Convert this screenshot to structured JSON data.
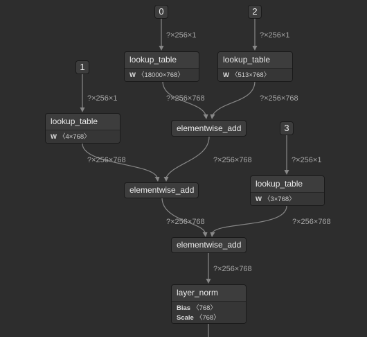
{
  "inputs": {
    "in0": "0",
    "in1": "1",
    "in2": "2",
    "in3": "3"
  },
  "ops": {
    "lookup_a": {
      "title": "lookup_table",
      "attrs": [
        {
          "name": "W",
          "value": "〈18000×768〉"
        }
      ]
    },
    "lookup_b": {
      "title": "lookup_table",
      "attrs": [
        {
          "name": "W",
          "value": "〈513×768〉"
        }
      ]
    },
    "lookup_c": {
      "title": "lookup_table",
      "attrs": [
        {
          "name": "W",
          "value": "〈4×768〉"
        }
      ]
    },
    "lookup_d": {
      "title": "lookup_table",
      "attrs": [
        {
          "name": "W",
          "value": "〈3×768〉"
        }
      ]
    },
    "add_a": {
      "title": "elementwise_add"
    },
    "add_b": {
      "title": "elementwise_add"
    },
    "add_c": {
      "title": "elementwise_add"
    },
    "layer_norm": {
      "title": "layer_norm",
      "attrs": [
        {
          "name": "Bias",
          "value": "〈768〉"
        },
        {
          "name": "Scale",
          "value": "〈768〉"
        }
      ]
    }
  },
  "edge_labels": {
    "in0_lookup_a": "?×256×1",
    "in2_lookup_b": "?×256×1",
    "in1_lookup_c": "?×256×1",
    "in3_lookup_d": "?×256×1",
    "lookup_a_add_a": "?×256×768",
    "lookup_b_add_a": "?×256×768",
    "lookup_c_add_b": "?×256×768",
    "add_a_add_b": "?×256×768",
    "add_b_add_c": "?×256×768",
    "lookup_d_add_c": "?×256×768",
    "add_c_layer_norm": "?×256×768"
  }
}
